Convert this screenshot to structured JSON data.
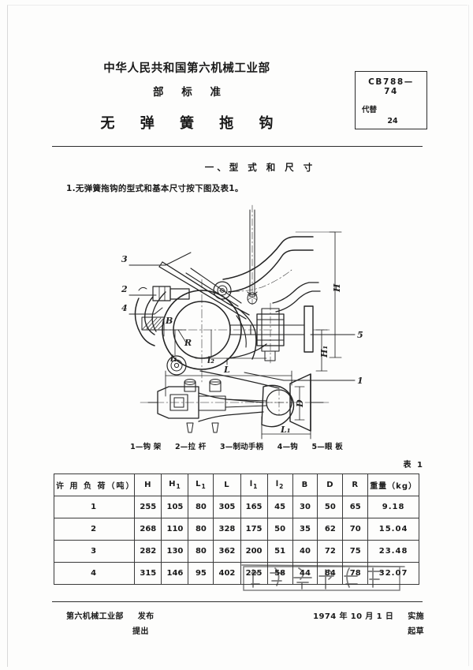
{
  "header": {
    "organization": "中华人民共和国第六机械工业部",
    "doc_type": "部 标 准",
    "title": "无 弹 簧 拖 钩",
    "std_box": {
      "number": "CB788—74",
      "replaces_label": "代替",
      "replaces_value": "24"
    }
  },
  "section": {
    "heading": "一、型 式 和 尺 寸",
    "paragraph": "1.无弹簧拖钩的型式和基本尺寸按下图及表1。"
  },
  "figure": {
    "callouts": [
      "3",
      "2",
      "4",
      "5",
      "1"
    ],
    "dimension_labels": [
      "H",
      "H₁",
      "L",
      "L₁",
      "l₁",
      "l₂",
      "B",
      "R"
    ],
    "caption_items": [
      "1—钩 架",
      "2—拉 杆",
      "3—制动手柄",
      "4—钩",
      "5—眼 板"
    ]
  },
  "table": {
    "label": "表 1",
    "headers": [
      "许 用 负 荷（吨）",
      "H",
      "H1",
      "L1",
      "L",
      "l1",
      "l2",
      "B",
      "D",
      "R",
      "重量（kg）"
    ],
    "rows": [
      {
        "load": "1",
        "H": "255",
        "H1": "105",
        "L1": "80",
        "L": "305",
        "l1": "165",
        "l2": "45",
        "B": "30",
        "D": "50",
        "R": "65",
        "weight": "9.18"
      },
      {
        "load": "2",
        "H": "268",
        "H1": "110",
        "L1": "80",
        "L": "328",
        "l1": "175",
        "l2": "50",
        "B": "35",
        "D": "62",
        "R": "70",
        "weight": "15.04"
      },
      {
        "load": "3",
        "H": "282",
        "H1": "130",
        "L1": "80",
        "L": "362",
        "l1": "200",
        "l2": "51",
        "B": "40",
        "D": "72",
        "R": "75",
        "weight": "23.48"
      },
      {
        "load": "4",
        "H": "315",
        "H1": "146",
        "L1": "95",
        "L": "402",
        "l1": "225",
        "l2": "58",
        "B": "44",
        "D": "84",
        "R": "78",
        "weight": "32.07"
      }
    ]
  },
  "stamp": {
    "text": "江苏省标准局"
  },
  "footer": {
    "issuer": "第六机械工业部",
    "issue_action": "发布",
    "proposed": "提出",
    "effective_date": "1974 年 10 月 1 日",
    "effective_action": "实施",
    "drafted": "起草"
  },
  "colors": {
    "ink": "#1a1a1a",
    "rule": "#2e2e2e",
    "paper": "#fdfdfc"
  }
}
